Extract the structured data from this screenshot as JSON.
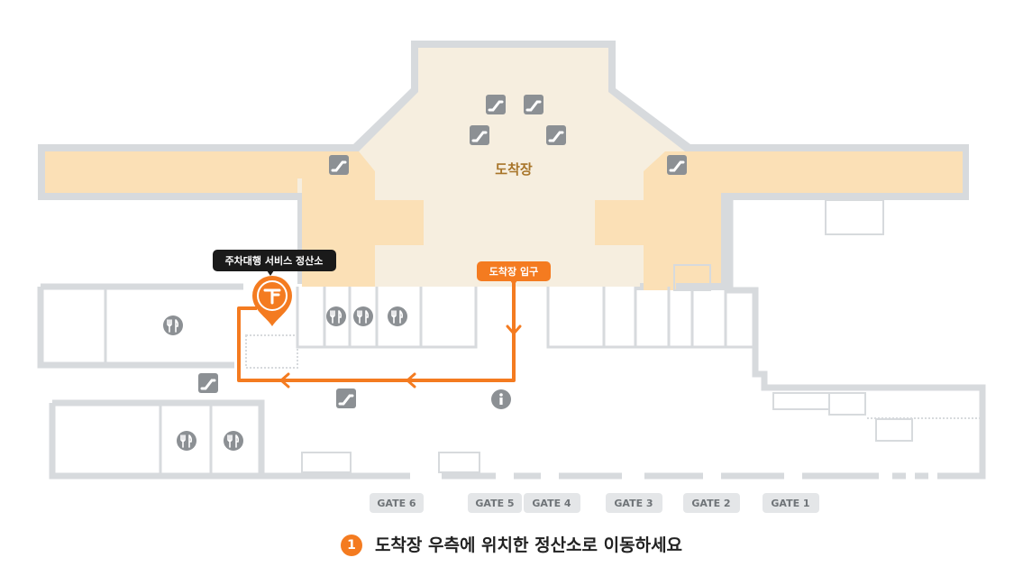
{
  "colors": {
    "wall": "#d7dadd",
    "area_light": "#f6eedf",
    "area_accent": "#fbe0b6",
    "route": "#f47b20",
    "label_dark": "#1a1a1a",
    "icon_gray": "#8c9094",
    "gate_bg": "#e4e6e8",
    "gate_text": "#6f7478",
    "arrival_text": "#a8752a"
  },
  "map": {
    "arrival_hall_label": "도착장",
    "service_tag": "주차대행 서비스 정산소",
    "entrance_tag": "도착장 입구",
    "pin_icon": "parking-valet-pin-icon",
    "info_icon": "info-icon",
    "restaurant_icon": "restaurant-icon",
    "escalator_icon": "escalator-icon",
    "gates": [
      "GATE 6",
      "GATE 5",
      "GATE 4",
      "GATE 3",
      "GATE 2",
      "GATE 1"
    ]
  },
  "instruction": {
    "step_number": "1",
    "text": "도착장 우측에 위치한 정산소로 이동하세요"
  }
}
